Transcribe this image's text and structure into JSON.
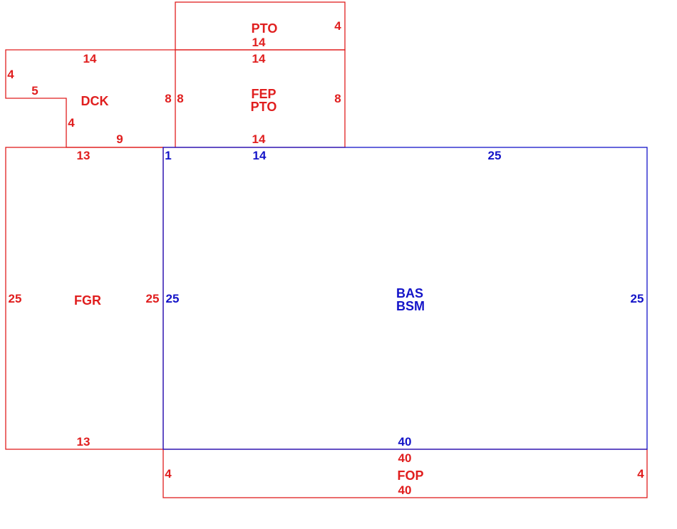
{
  "colors": {
    "red": "#e01e1e",
    "blue": "#1414c8"
  },
  "areas": {
    "pto_top": "PTO",
    "dck": "DCK",
    "fep": "FEP",
    "pto_mid": "PTO",
    "fgr": "FGR",
    "bas": "BAS",
    "bsm": "BSM",
    "fop": "FOP"
  },
  "dimensions": {
    "pto_right": "4",
    "pto_bottom": "14",
    "fep_top": "14",
    "fep_left": "8",
    "fep_right": "8",
    "fep_bottom": "14",
    "dck_top": "14",
    "dck_left": "4",
    "dck_step": "5",
    "dck_step_vertical": "4",
    "dck_bottom": "9",
    "dck_right": "8",
    "fgr_top": "13",
    "fgr_left": "25",
    "fgr_right": "25",
    "fgr_bottom": "13",
    "bas_top_left": "1",
    "bas_top_mid": "14",
    "bas_top_right": "25",
    "bas_left": "25",
    "bas_right": "25",
    "bas_bottom": "40",
    "fop_top": "40",
    "fop_left": "4",
    "fop_right": "4",
    "fop_bottom": "40"
  }
}
